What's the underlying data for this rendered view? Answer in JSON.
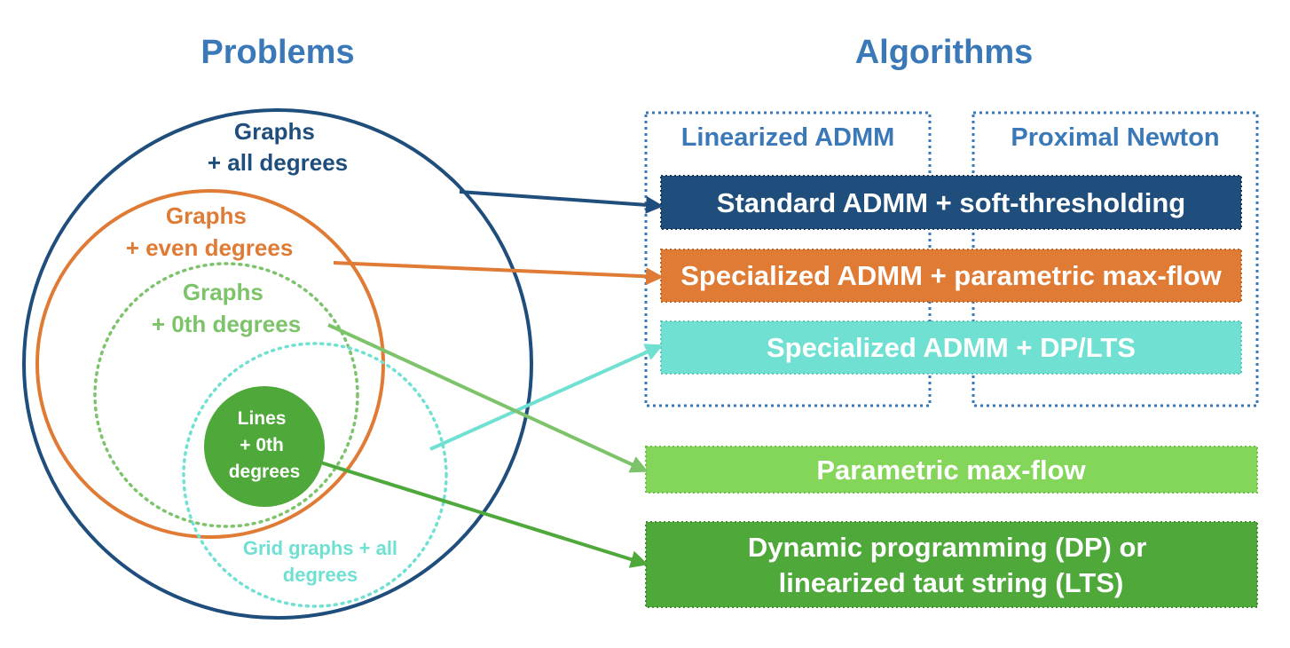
{
  "headers": {
    "problems": "Problems",
    "algorithms": "Algorithms"
  },
  "problem_sets": [
    {
      "id": "graphs_all",
      "lines": [
        "Graphs",
        "+ all degrees"
      ],
      "color": "#1f4e7c",
      "style": "solid"
    },
    {
      "id": "graphs_even",
      "lines": [
        "Graphs",
        "+ even degrees"
      ],
      "color": "#e07b35",
      "style": "solid"
    },
    {
      "id": "graphs_0th",
      "lines": [
        "Graphs",
        "+ 0th degrees"
      ],
      "color": "#7cc36a",
      "style": "dotted"
    },
    {
      "id": "grid_all",
      "lines": [
        "Grid graphs + all",
        "degrees"
      ],
      "color": "#6fe0d2",
      "style": "dotted"
    },
    {
      "id": "lines_0th",
      "lines": [
        "Lines",
        "+ 0th",
        "degrees"
      ],
      "color": "#4fa83a",
      "style": "filled"
    }
  ],
  "frameworks": [
    {
      "id": "linearized_admm",
      "label": "Linearized ADMM",
      "color": "#3a78b7"
    },
    {
      "id": "proximal_newton",
      "label": "Proximal Newton",
      "color": "#3a78b7"
    }
  ],
  "algorithms": [
    {
      "id": "standard_admm",
      "lines": [
        "Standard ADMM + soft-thresholding"
      ],
      "fill": "#1f4e7c"
    },
    {
      "id": "specialized_admm_maxflow",
      "lines": [
        "Specialized ADMM + parametric max-flow"
      ],
      "fill": "#e07b35"
    },
    {
      "id": "specialized_admm_dp",
      "lines": [
        "Specialized ADMM + DP/LTS"
      ],
      "fill": "#6fe0d2"
    },
    {
      "id": "parametric_maxflow",
      "lines": [
        "Parametric max-flow"
      ],
      "fill": "#84d65a"
    },
    {
      "id": "dp_lts",
      "lines": [
        "Dynamic programming (DP) or",
        "linearized taut string (LTS)"
      ],
      "fill": "#4fa83a"
    }
  ],
  "arrows": [
    {
      "from": "graphs_all",
      "to": "standard_admm",
      "color": "#1f4e7c"
    },
    {
      "from": "graphs_even",
      "to": "specialized_admm_maxflow",
      "color": "#e07b35"
    },
    {
      "from": "graphs_0th",
      "to": "parametric_maxflow",
      "color": "#7cc36a"
    },
    {
      "from": "grid_all",
      "to": "specialized_admm_dp",
      "color": "#6fe0d2"
    },
    {
      "from": "lines_0th",
      "to": "dp_lts",
      "color": "#4fa83a"
    }
  ]
}
